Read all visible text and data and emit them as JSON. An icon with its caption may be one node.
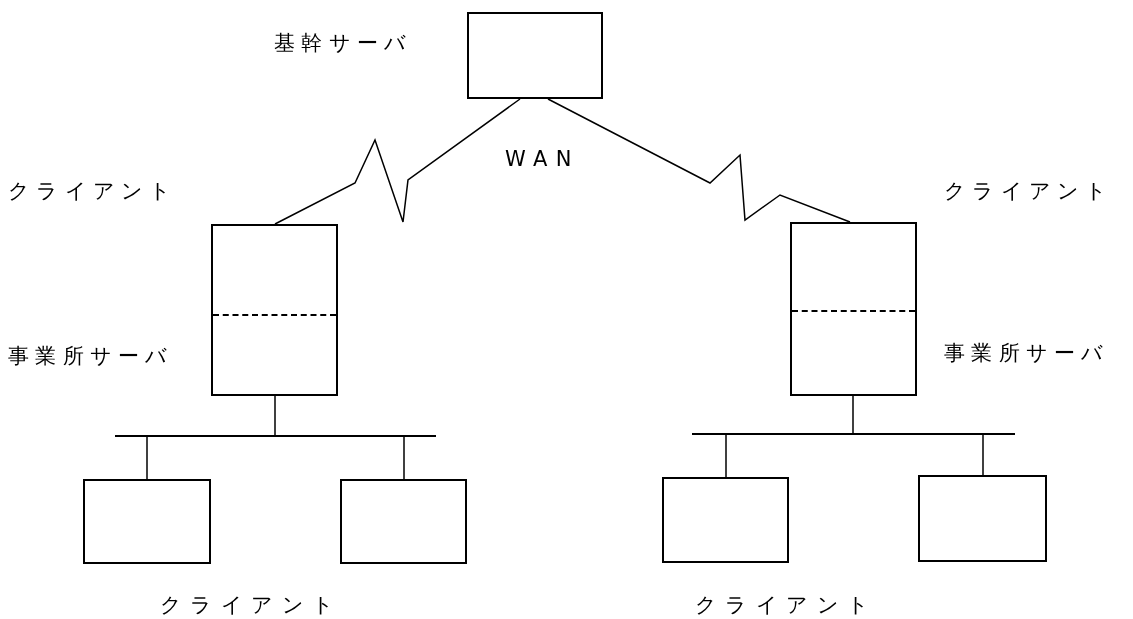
{
  "diagram": {
    "nodes": [
      {
        "text": [
          "基幹サーバ"
        ]
      },
      {
        "text": [
          "クライアント",
          "事業所サーバ"
        ]
      },
      {
        "text": [
          "クライアント",
          "事業所サーバ"
        ]
      },
      {
        "text": [],
        "shape": "bar"
      },
      {
        "text": [],
        "shape": "box"
      },
      {
        "text": [],
        "shape": "box"
      },
      {
        "text": [],
        "shape": "bar"
      },
      {
        "text": [],
        "shape": "box"
      },
      {
        "text": [],
        "shape": "box"
      }
    ],
    "edges": [
      {
        "from": 0,
        "to": 1,
        "arrow": "none"
      },
      {
        "from": 0,
        "to": 2,
        "arrow": "none"
      },
      {
        "from": 1,
        "to": 3,
        "arrow": "none"
      },
      {
        "from": 3,
        "to": 4,
        "arrow": "none"
      },
      {
        "from": 3,
        "to": 5,
        "arrow": "none"
      },
      {
        "from": 2,
        "to": 6,
        "arrow": "none"
      },
      {
        "from": 6,
        "to": 7,
        "arrow": "none"
      },
      {
        "from": 6,
        "to": 8,
        "arrow": "none"
      }
    ],
    "labels": [
      "WAN",
      "クライアント",
      "クライアント"
    ]
  }
}
